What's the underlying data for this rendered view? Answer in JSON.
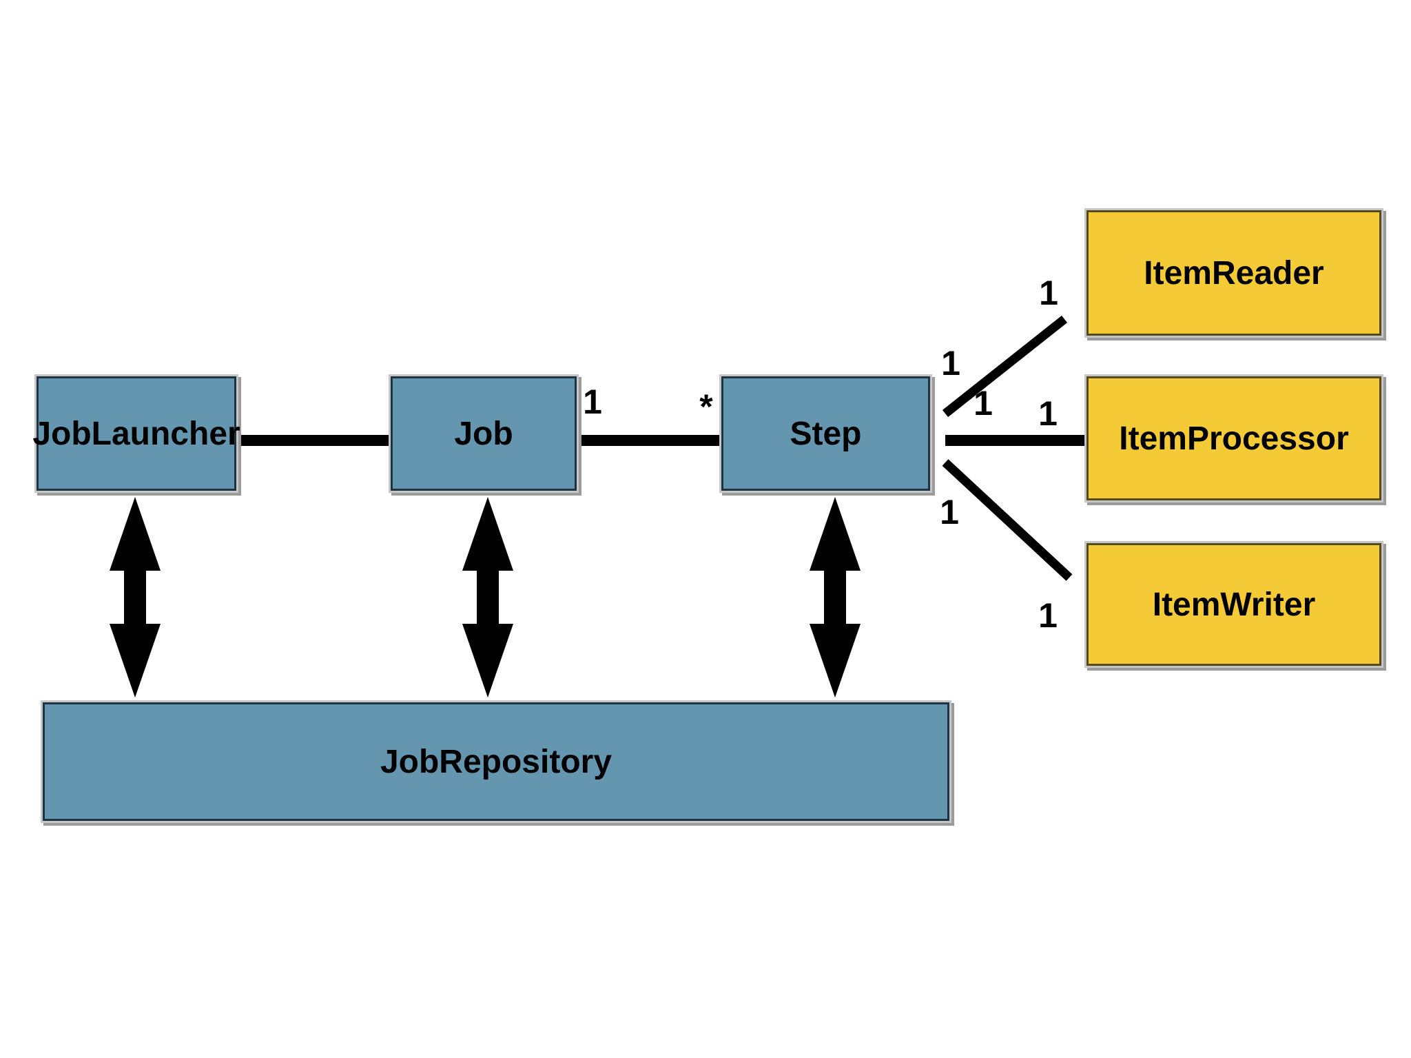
{
  "nodes": {
    "job_launcher": {
      "label": "JobLauncher"
    },
    "job": {
      "label": "Job"
    },
    "step": {
      "label": "Step"
    },
    "job_repository": {
      "label": "JobRepository"
    },
    "item_reader": {
      "label": "ItemReader"
    },
    "item_processor": {
      "label": "ItemProcessor"
    },
    "item_writer": {
      "label": "ItemWriter"
    }
  },
  "associations": {
    "job_to_step": {
      "from_label": "1",
      "to_label": "*"
    },
    "step_to_item_reader": {
      "from_label": "1",
      "to_label": "1"
    },
    "step_to_item_processor": {
      "from_label": "1",
      "to_label": "1"
    },
    "step_to_item_writer": {
      "from_label": "1",
      "to_label": "1"
    }
  },
  "colors": {
    "component_fill": "#6596B0",
    "item_fill": "#F4CB36",
    "connector": "#000000",
    "component_border": "#1F3342",
    "item_border": "#55491E",
    "background": "#FFFFFF",
    "label_text": "#000000"
  }
}
